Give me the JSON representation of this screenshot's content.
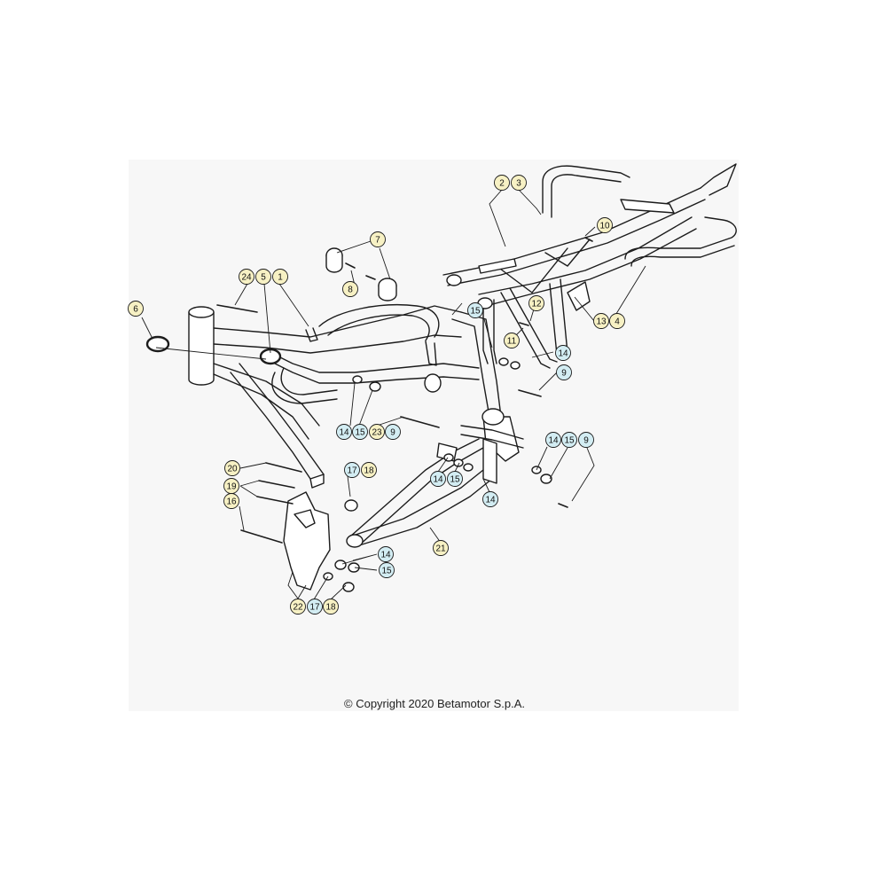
{
  "copyright": "© Copyright 2020 Betamotor S.p.A.",
  "colors": {
    "panel_bg": "#f7f7f7",
    "line": "#1c1c1c",
    "callout_yellow": "#f7f1c4",
    "callout_blue": "#d3edf3"
  },
  "callouts": [
    {
      "id": "c2",
      "label": "2",
      "style": "yellow"
    },
    {
      "id": "c3",
      "label": "3",
      "style": "yellow"
    },
    {
      "id": "c10",
      "label": "10",
      "style": "yellow"
    },
    {
      "id": "c7",
      "label": "7",
      "style": "yellow"
    },
    {
      "id": "c8",
      "label": "8",
      "style": "yellow"
    },
    {
      "id": "c24",
      "label": "24",
      "style": "yellow"
    },
    {
      "id": "c5",
      "label": "5",
      "style": "yellow"
    },
    {
      "id": "c1",
      "label": "1",
      "style": "yellow"
    },
    {
      "id": "c6",
      "label": "6",
      "style": "yellow"
    },
    {
      "id": "c15a",
      "label": "15",
      "style": "blue"
    },
    {
      "id": "c12",
      "label": "12",
      "style": "yellow"
    },
    {
      "id": "c13",
      "label": "13",
      "style": "yellow"
    },
    {
      "id": "c4",
      "label": "4",
      "style": "yellow"
    },
    {
      "id": "c11",
      "label": "11",
      "style": "yellow"
    },
    {
      "id": "c14a",
      "label": "14",
      "style": "blue"
    },
    {
      "id": "c9a",
      "label": "9",
      "style": "blue"
    },
    {
      "id": "c14b",
      "label": "14",
      "style": "blue"
    },
    {
      "id": "c15b",
      "label": "15",
      "style": "blue"
    },
    {
      "id": "c23",
      "label": "23",
      "style": "yellow"
    },
    {
      "id": "c9b",
      "label": "9",
      "style": "blue"
    },
    {
      "id": "c14c",
      "label": "14",
      "style": "blue"
    },
    {
      "id": "c15c",
      "label": "15",
      "style": "blue"
    },
    {
      "id": "c9c",
      "label": "9",
      "style": "blue"
    },
    {
      "id": "c20",
      "label": "20",
      "style": "yellow"
    },
    {
      "id": "c17a",
      "label": "17",
      "style": "blue"
    },
    {
      "id": "c18a",
      "label": "18",
      "style": "yellow"
    },
    {
      "id": "c14d",
      "label": "14",
      "style": "blue"
    },
    {
      "id": "c15d",
      "label": "15",
      "style": "blue"
    },
    {
      "id": "c19",
      "label": "19",
      "style": "yellow"
    },
    {
      "id": "c14e",
      "label": "14",
      "style": "blue"
    },
    {
      "id": "c16",
      "label": "16",
      "style": "yellow"
    },
    {
      "id": "c21",
      "label": "21",
      "style": "yellow"
    },
    {
      "id": "c14f",
      "label": "14",
      "style": "blue"
    },
    {
      "id": "c15e",
      "label": "15",
      "style": "blue"
    },
    {
      "id": "c22",
      "label": "22",
      "style": "yellow"
    },
    {
      "id": "c17b",
      "label": "17",
      "style": "blue"
    },
    {
      "id": "c18b",
      "label": "18",
      "style": "yellow"
    }
  ]
}
